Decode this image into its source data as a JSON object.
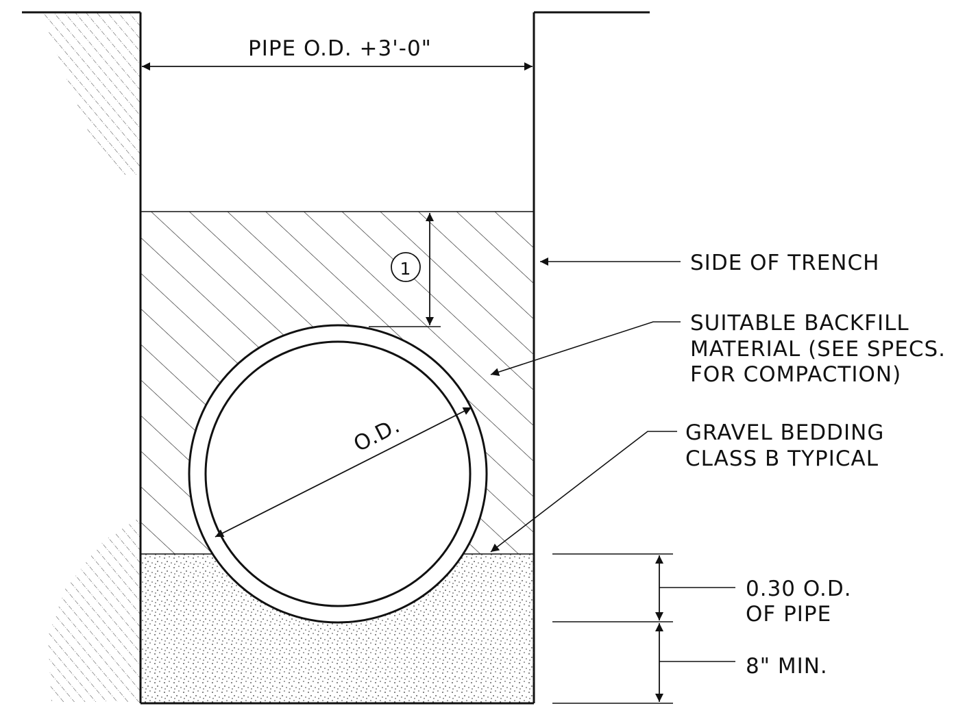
{
  "dimension_top": "PIPE O.D. +3'-0\"",
  "callout_number": "1",
  "pipe_dimension": "O.D.",
  "labels": {
    "side_of_trench": "SIDE OF TRENCH",
    "backfill": [
      "SUITABLE BACKFILL",
      "MATERIAL (SEE SPECS.",
      "FOR COMPACTION)"
    ],
    "bedding": [
      "GRAVEL BEDDING",
      "CLASS B TYPICAL"
    ],
    "bedding_depth": [
      "0.30 O.D.",
      "OF PIPE"
    ],
    "min_depth": "8\" MIN."
  },
  "colors": {
    "line": "#111111",
    "background": "#ffffff"
  }
}
